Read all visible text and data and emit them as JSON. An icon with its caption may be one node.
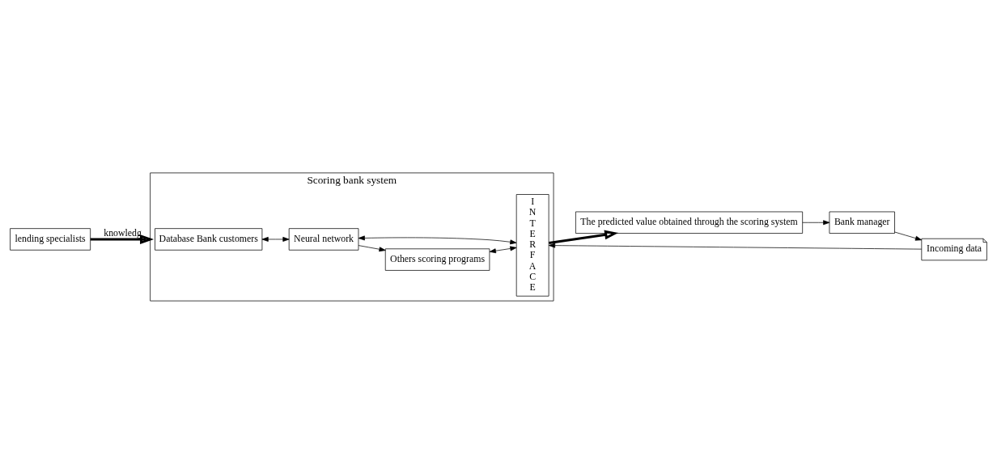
{
  "diagram": {
    "nodes": [
      {
        "text": [
          "lending specialists"
        ]
      },
      {
        "text": [
          "Scoring bank system"
        ]
      },
      {
        "text": [
          "Database Bank customers"
        ],
        "in": 1
      },
      {
        "text": [
          "Neural network"
        ],
        "in": 1
      },
      {
        "text": [
          "Others scoring programs"
        ],
        "in": 1
      },
      {
        "text": [
          "INTERFACE"
        ],
        "in": 1
      },
      {
        "text": [
          "The predicted value obtained through the scoring system"
        ]
      },
      {
        "text": [
          "Incoming data"
        ]
      },
      {
        "text": [
          "Bank manager"
        ]
      }
    ],
    "edges": [
      {
        "from": 0,
        "to": 1,
        "arrow": "to",
        "label": "knowledg",
        "style": "thick"
      },
      {
        "from": 2,
        "to": 3,
        "arrow": "both"
      },
      {
        "from": 3,
        "to": 4,
        "arrow": "to"
      },
      {
        "from": 3,
        "to": 5,
        "arrow": "both"
      },
      {
        "from": 4,
        "to": 5,
        "arrow": "both"
      },
      {
        "from": 7,
        "to": 5,
        "arrow": "to"
      },
      {
        "from": 8,
        "to": 7,
        "arrow": "to"
      },
      {
        "from": 6,
        "to": 8,
        "arrow": "to"
      },
      {
        "from": 5,
        "to": 6,
        "arrow": "to",
        "style": "thick"
      }
    ]
  }
}
